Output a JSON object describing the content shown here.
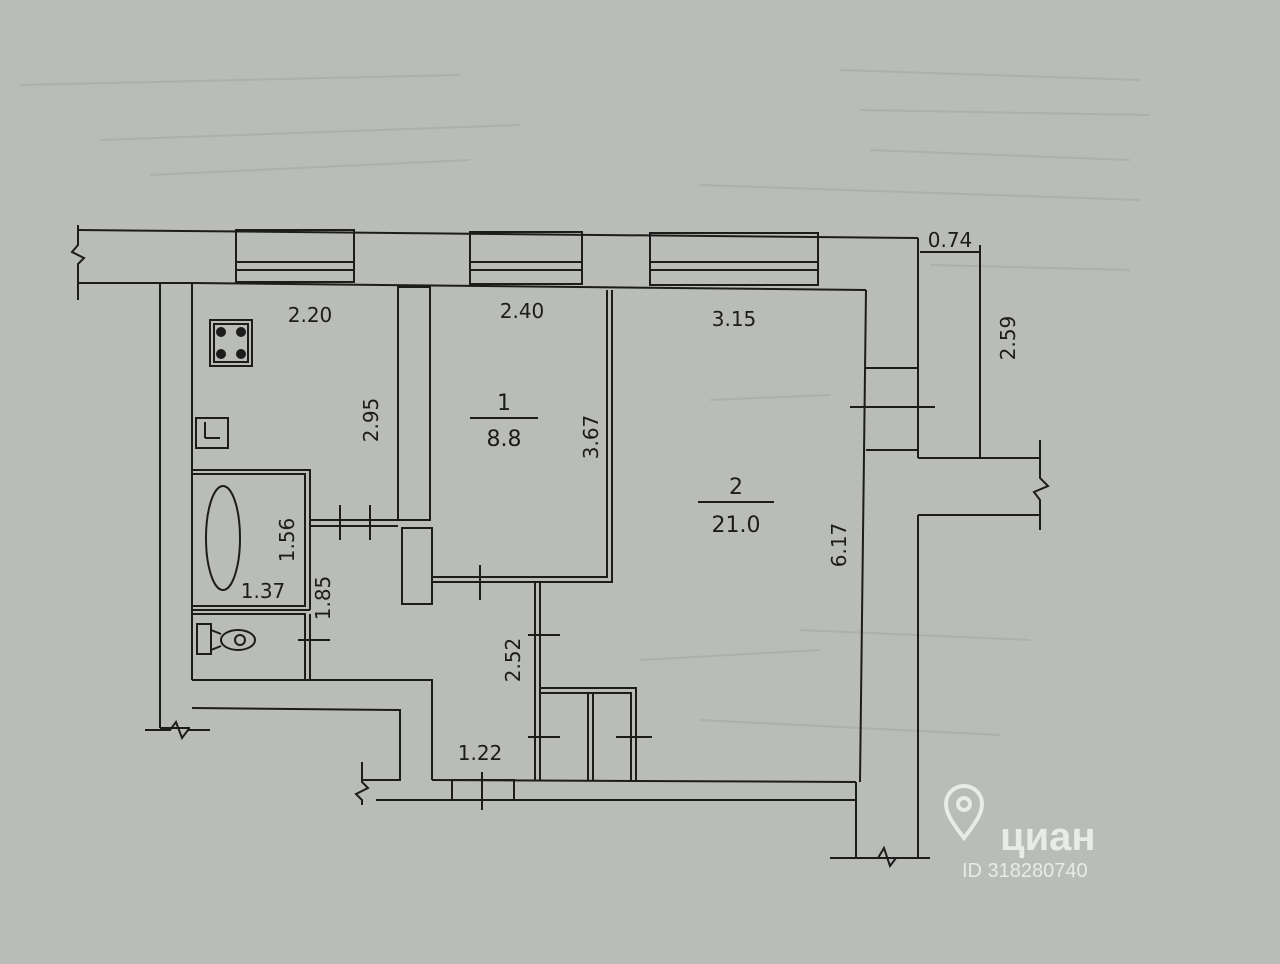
{
  "plan": {
    "rooms": [
      {
        "number": "1",
        "area": "8.8"
      },
      {
        "number": "2",
        "area": "21.0"
      }
    ],
    "dimensions": {
      "kitchen_width": "2.20",
      "room1_width": "2.40",
      "room2_width": "3.15",
      "balcony_width": "0.74",
      "balcony_length": "2.59",
      "kitchen_length": "2.95",
      "room1_length": "3.67",
      "room2_length": "6.17",
      "bath_length": "1.56",
      "bath_width": "1.37",
      "wc_length": "1.85",
      "hall_length": "2.52",
      "hall_width": "1.22"
    }
  },
  "watermark": {
    "brand": "циан",
    "listing_id": "ID 318280740"
  },
  "colors": {
    "paper": "#b9bcb7",
    "ink": "#1c1c1c",
    "watermark": "#e8ebe7"
  },
  "icons": [
    "stove-icon",
    "sink-icon",
    "bathtub-icon",
    "toilet-icon",
    "location-pin-icon"
  ]
}
